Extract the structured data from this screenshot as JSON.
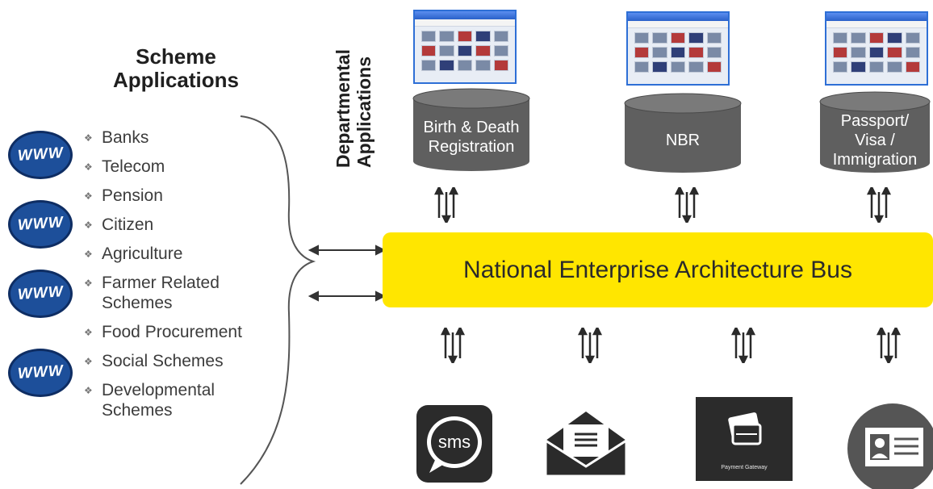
{
  "scheme_applications": {
    "title_lines": [
      "Scheme",
      "Applications"
    ],
    "www_badges": [
      "WWW",
      "WWW",
      "WWW",
      "WWW"
    ],
    "items": [
      {
        "lines": [
          "Banks"
        ]
      },
      {
        "lines": [
          "Telecom"
        ]
      },
      {
        "lines": [
          "Pension"
        ]
      },
      {
        "lines": [
          "Citizen"
        ]
      },
      {
        "lines": [
          "Agriculture"
        ]
      },
      {
        "lines": [
          "Farmer Related",
          "Schemes"
        ]
      },
      {
        "lines": [
          "Food Procurement"
        ]
      },
      {
        "lines": [
          "Social Schemes"
        ]
      },
      {
        "lines": [
          "Developmental",
          "Schemes"
        ]
      }
    ]
  },
  "departmental_applications": {
    "title_lines": [
      "Departmental",
      "Applications"
    ],
    "databases": [
      {
        "lines": [
          "Birth & Death",
          "Registration"
        ]
      },
      {
        "lines": [
          "NBR"
        ]
      },
      {
        "lines": [
          "Passport/",
          "Visa /",
          "Immigration"
        ]
      }
    ]
  },
  "bus": {
    "label": "National Enterprise Architecture Bus"
  },
  "channels": [
    {
      "icon": "sms-icon",
      "label": "sms"
    },
    {
      "icon": "email-envelope-icon"
    },
    {
      "icon": "payment-card-icon",
      "caption": "Payment Gateway"
    },
    {
      "icon": "id-card-icon"
    }
  ],
  "colors": {
    "bus": "#ffe600",
    "database": "#5f5f5f",
    "www_badge": "#1d4f9a",
    "dark_icon": "#2b2b2b"
  }
}
